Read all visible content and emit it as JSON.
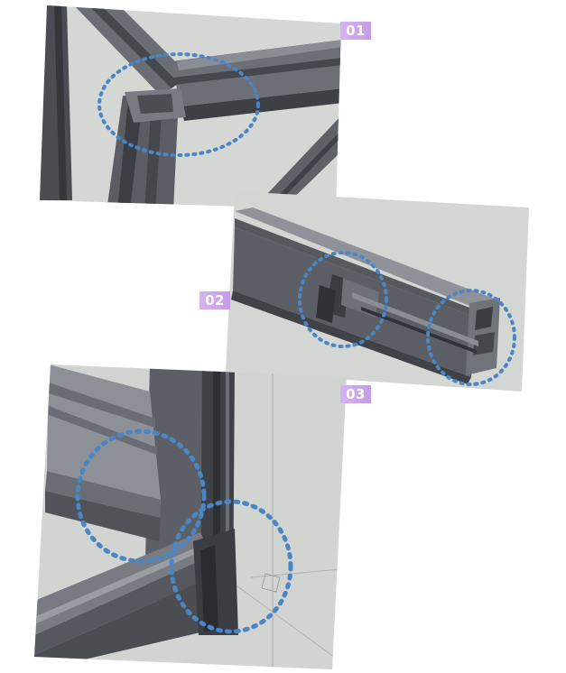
{
  "badges": {
    "b1": "01",
    "b2": "02",
    "b3": "03"
  },
  "colors": {
    "background": "#ffffff",
    "render_bg": "#d2d5d2",
    "profile_dark": "#474a4f",
    "profile_mid": "#5f6369",
    "profile_light": "#8c9096",
    "highlight_circle": "#4a86c5",
    "badge": "#c9a2ec"
  },
  "icons": {
    "highlight": "dotted-circle-highlight"
  }
}
